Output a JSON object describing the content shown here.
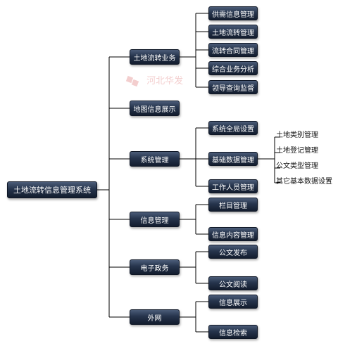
{
  "root": {
    "label": "土地流转信息管理系统"
  },
  "level1": [
    {
      "label": "土地流转业务"
    },
    {
      "label": "地图信息展示"
    },
    {
      "label": "系统管理"
    },
    {
      "label": "信息管理"
    },
    {
      "label": "电子政务"
    },
    {
      "label": "外网"
    }
  ],
  "level2": [
    {
      "label": "供需信息管理"
    },
    {
      "label": "土地流转管理"
    },
    {
      "label": "流转合同管理"
    },
    {
      "label": "综合业务分析"
    },
    {
      "label": "领导查询监督"
    },
    {
      "label": "系统全局设置"
    },
    {
      "label": "基础数据管理"
    },
    {
      "label": "工作人员管理"
    },
    {
      "label": "栏目管理"
    },
    {
      "label": "信息内容管理"
    },
    {
      "label": "公文发布"
    },
    {
      "label": "公文阅读"
    },
    {
      "label": "信息展示"
    },
    {
      "label": "信息检索"
    }
  ],
  "level3": [
    {
      "label": "土地类别管理"
    },
    {
      "label": "土地登记管理"
    },
    {
      "label": "公文类型管理"
    },
    {
      "label": "其它基本数据设置"
    }
  ],
  "watermark": {
    "text": "河北华发"
  },
  "colors": {
    "node_top": "#4b5c78",
    "node_bottom": "#131d2e",
    "line": "#000000",
    "node_text": "#ffffff"
  }
}
